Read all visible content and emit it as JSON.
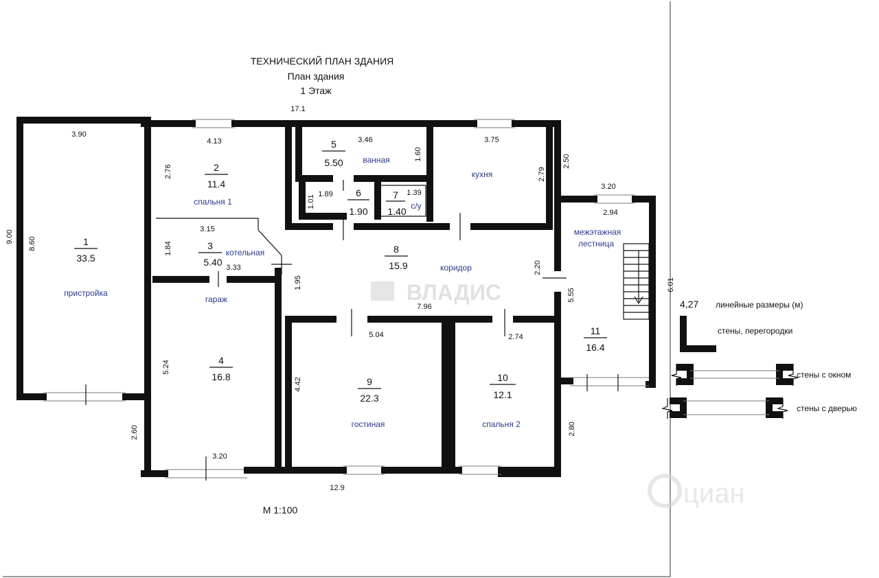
{
  "header": {
    "title": "ТЕХНИЧЕСКИЙ ПЛАН ЗДАНИЯ",
    "subtitle": "План  здания",
    "floor": "1 Этаж"
  },
  "scale": "М 1:100",
  "dimensions": {
    "top_total": "17.1",
    "bottom_total": "12.9",
    "left_total": "9.00",
    "ext_width": "3.90",
    "ext_height": "8.60",
    "d_413": "4.13",
    "d_276": "2.76",
    "d_346": "3.46",
    "d_160": "1.60",
    "d_375": "3.75",
    "d_279": "2.79",
    "d_250": "2.50",
    "d_320_stair": "3.20",
    "d_294": "2.94",
    "d_189": "1.89",
    "d_101": "1.01",
    "d_139": "1.39",
    "d_315": "3.15",
    "d_184": "1.84",
    "d_333": "3.33",
    "d_195": "1.95",
    "d_220": "2.20",
    "d_555": "5.55",
    "d_601": "6.01",
    "d_796": "7.96",
    "d_504": "5.04",
    "d_274": "2.74",
    "d_524": "5.24",
    "d_442": "4.42",
    "d_260": "2.60",
    "d_320_garage": "3.20",
    "d_280": "2.80"
  },
  "rooms": [
    {
      "number": "1",
      "area": "33.5",
      "name": "пристройка"
    },
    {
      "number": "2",
      "area": "11.4",
      "name": "спальня 1"
    },
    {
      "number": "3",
      "area": "5.40",
      "name": "котельная"
    },
    {
      "number": "4",
      "area": "16.8",
      "name": "гараж"
    },
    {
      "number": "5",
      "area": "5.50",
      "name": "ванная"
    },
    {
      "number": "6",
      "area": "1.90",
      "name": ""
    },
    {
      "number": "7",
      "area": "1.40",
      "name": "с/у"
    },
    {
      "number": "8",
      "area": "15.9",
      "name": "коридор"
    },
    {
      "number": "9",
      "area": "22.3",
      "name": "гостиная"
    },
    {
      "number": "10",
      "area": "12.1",
      "name": "спальня 2"
    },
    {
      "number": "11",
      "area": "16.4",
      "name": "межэтажная лестница"
    }
  ],
  "kitchen_name": "кухня",
  "stair_name_line1": "межэтажная",
  "stair_name_line2": "лестница",
  "legend": {
    "sample_value": "4,27",
    "linear": "линейные размеры (м)",
    "walls": "стены, перегородки",
    "window": "стены с окном",
    "door": "стены с дверью"
  },
  "watermarks": {
    "vladis": "ВЛАДИС",
    "cian": "циан"
  },
  "colors": {
    "room_name": "#2a3a8c",
    "wall": "#111111",
    "watermark": "#c9c9c9"
  }
}
